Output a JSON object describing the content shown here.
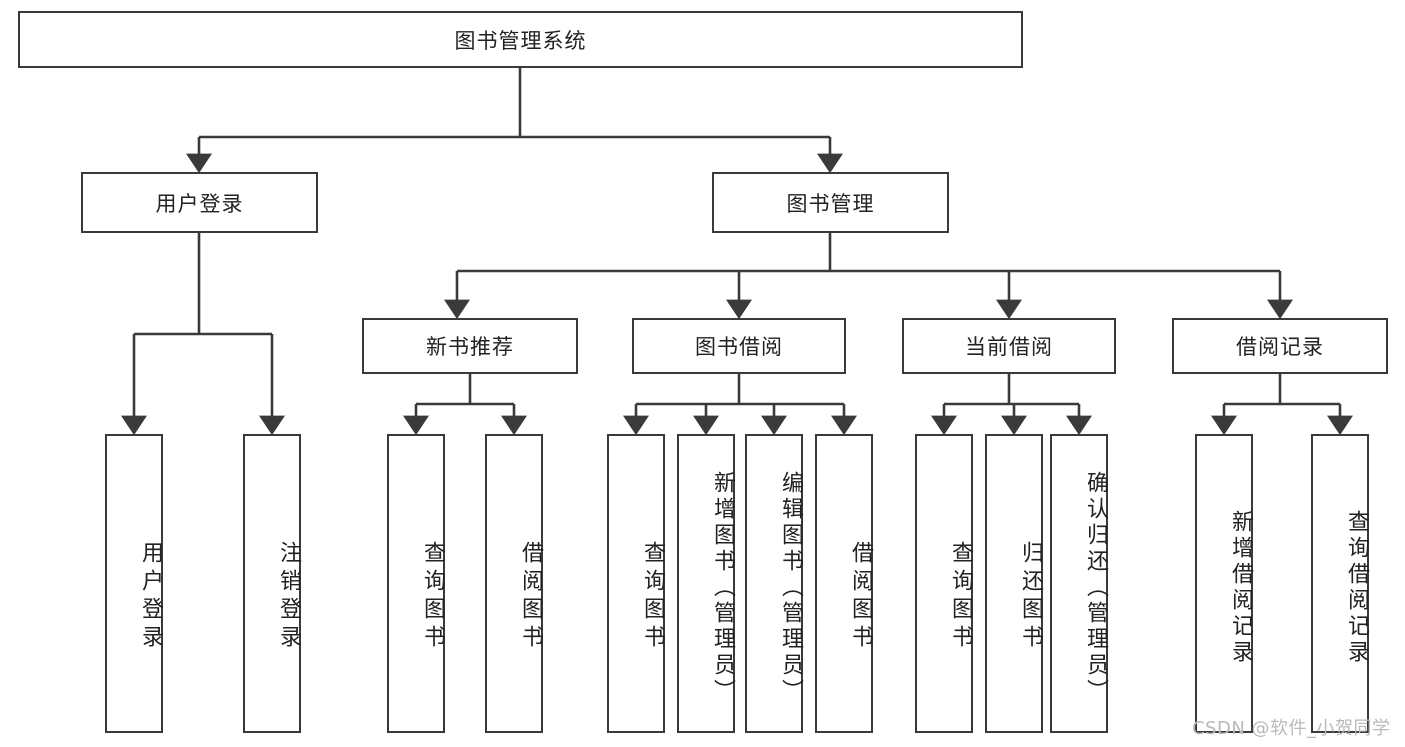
{
  "diagram": {
    "title": "图书管理系统",
    "type": "functional-structure-tree",
    "watermark": "CSDN @软件_小贺同学",
    "colors": {
      "stroke": "#3a3a3a",
      "fill": "#ffffff",
      "text": "#222222",
      "watermark": "#b9b9b9"
    },
    "nodes": {
      "root": "图书管理系统",
      "level1": [
        "用户登录",
        "图书管理"
      ],
      "level2": [
        "新书推荐",
        "图书借阅",
        "当前借阅",
        "借阅记录"
      ],
      "leaves": {
        "user_login": [
          "用户登录",
          "注销登录"
        ],
        "new_book_recommend": [
          "查询图书",
          "借阅图书"
        ],
        "book_borrow": [
          "查询图书",
          "新增图书（管理员）",
          "编辑图书（管理员）",
          "借阅图书"
        ],
        "current_borrow": [
          "查询图书",
          "归还图书",
          "确认归还（管理员）"
        ],
        "borrow_record": [
          "新增借阅记录",
          "查询借阅记录"
        ]
      }
    }
  }
}
